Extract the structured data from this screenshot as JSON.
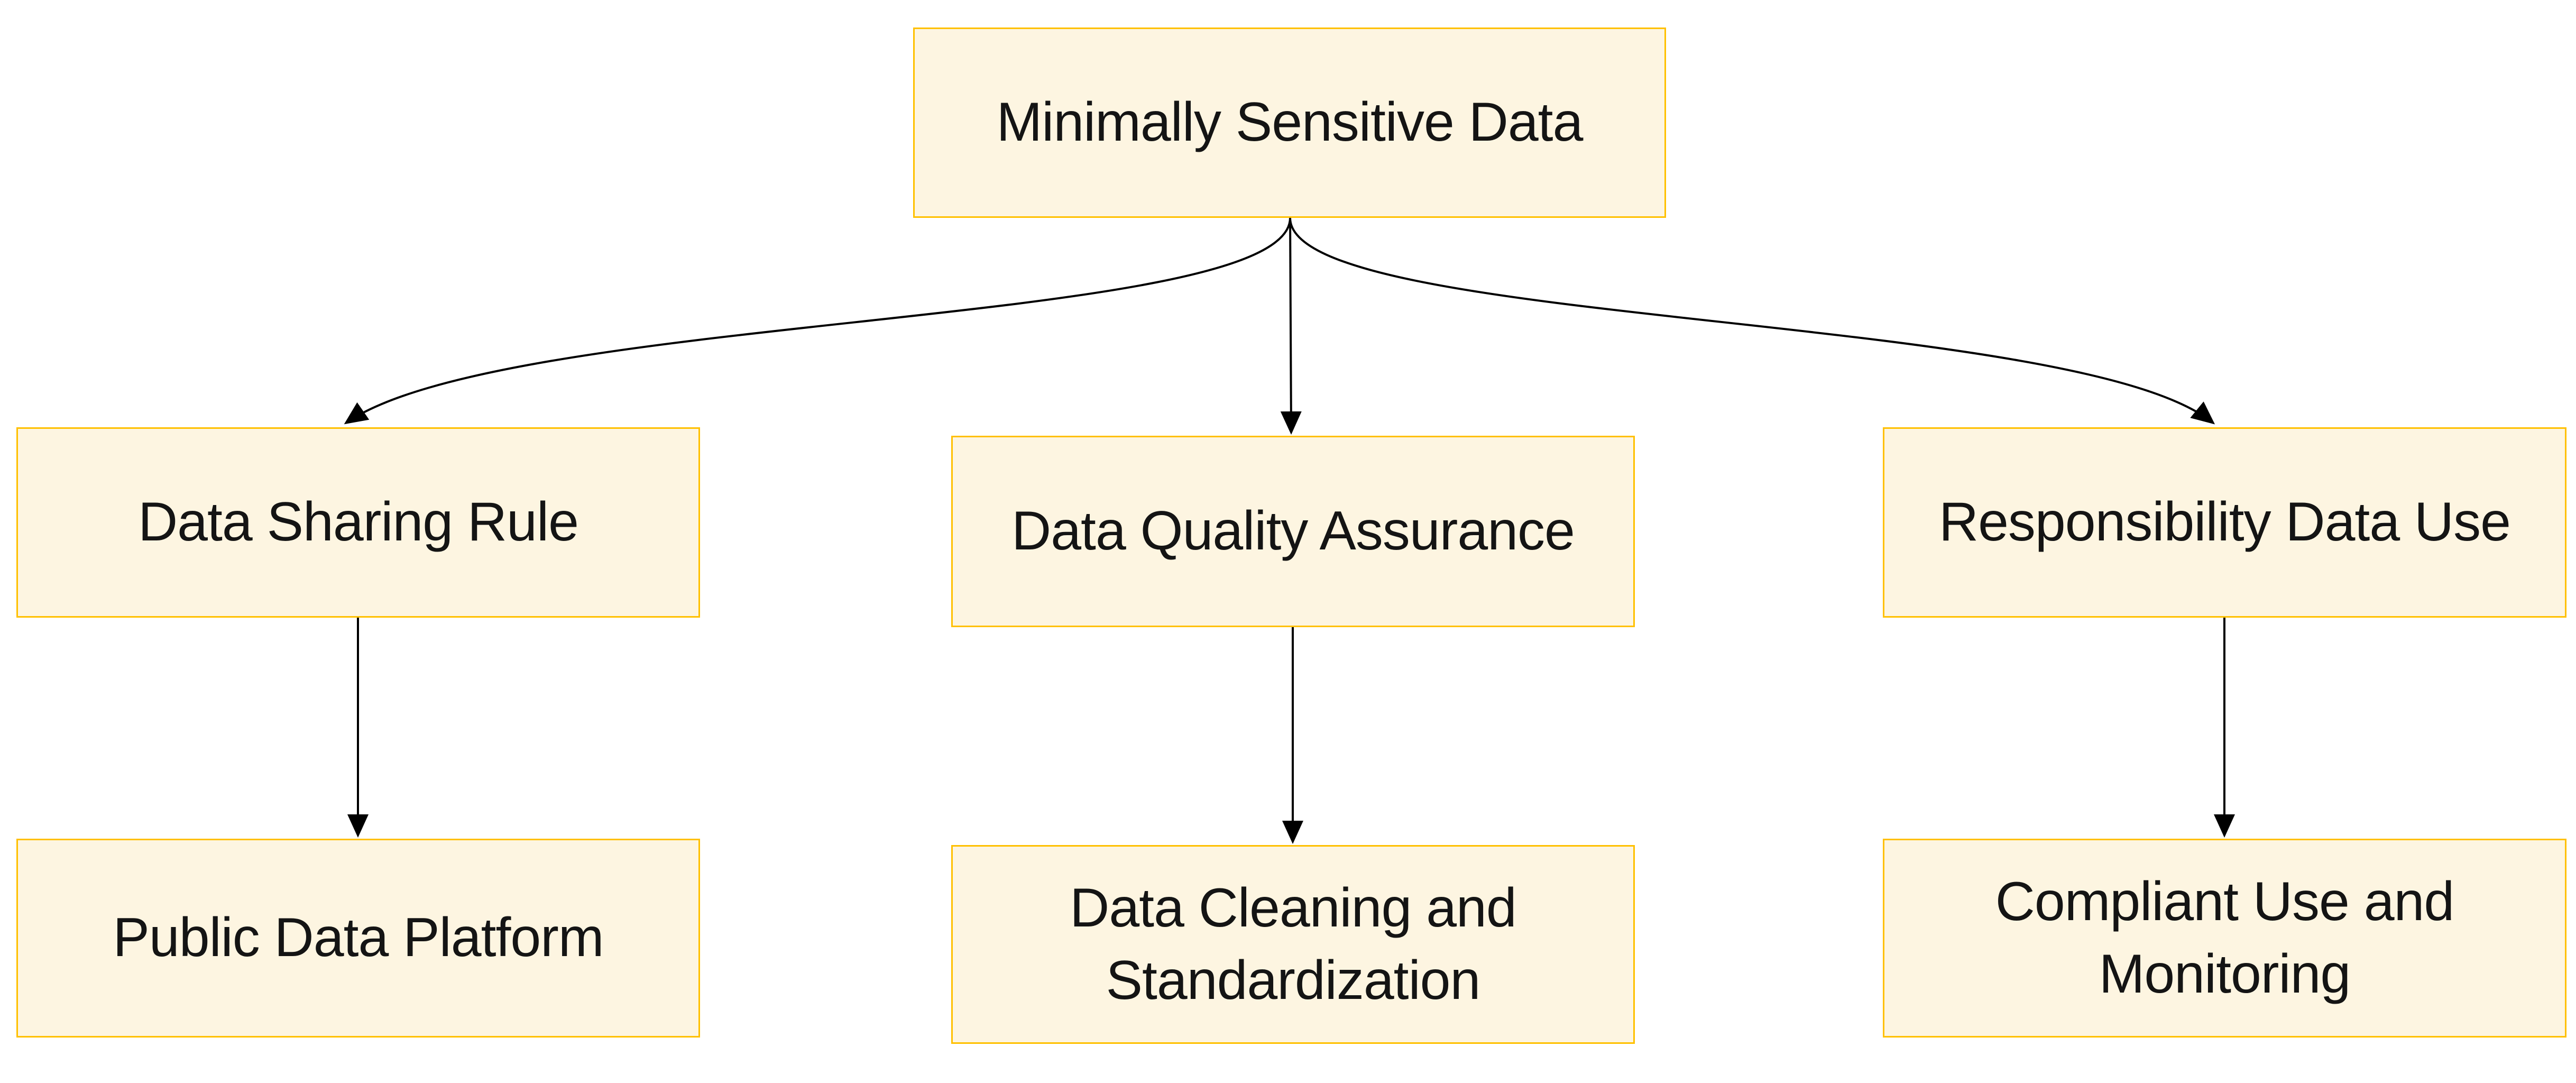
{
  "diagram": {
    "nodes": {
      "root": {
        "id": "root",
        "label": "Minimally Sensitive Data"
      },
      "mid1": {
        "id": "mid1",
        "label": "Data Sharing Rule"
      },
      "mid2": {
        "id": "mid2",
        "label": "Data Quality Assurance"
      },
      "mid3": {
        "id": "mid3",
        "label": "Responsibility Data Use"
      },
      "leaf1": {
        "id": "leaf1",
        "label": "Public Data Platform"
      },
      "leaf2": {
        "id": "leaf2",
        "label": "Data Cleaning and Standardization"
      },
      "leaf3": {
        "id": "leaf3",
        "label": "Compliant Use and Monitoring"
      }
    },
    "edges": [
      {
        "from": "root",
        "to": "mid1",
        "style": "curved-arrow"
      },
      {
        "from": "root",
        "to": "mid2",
        "style": "straight-arrow"
      },
      {
        "from": "root",
        "to": "mid3",
        "style": "curved-arrow"
      },
      {
        "from": "mid1",
        "to": "leaf1",
        "style": "straight-arrow"
      },
      {
        "from": "mid2",
        "to": "leaf2",
        "style": "straight-arrow"
      },
      {
        "from": "mid3",
        "to": "leaf3",
        "style": "straight-arrow"
      }
    ],
    "colors": {
      "box_fill": "#FDF5E1",
      "box_border": "#FFC000",
      "text": "#141414",
      "arrow": "#000000",
      "background": "#FFFFFF"
    }
  }
}
